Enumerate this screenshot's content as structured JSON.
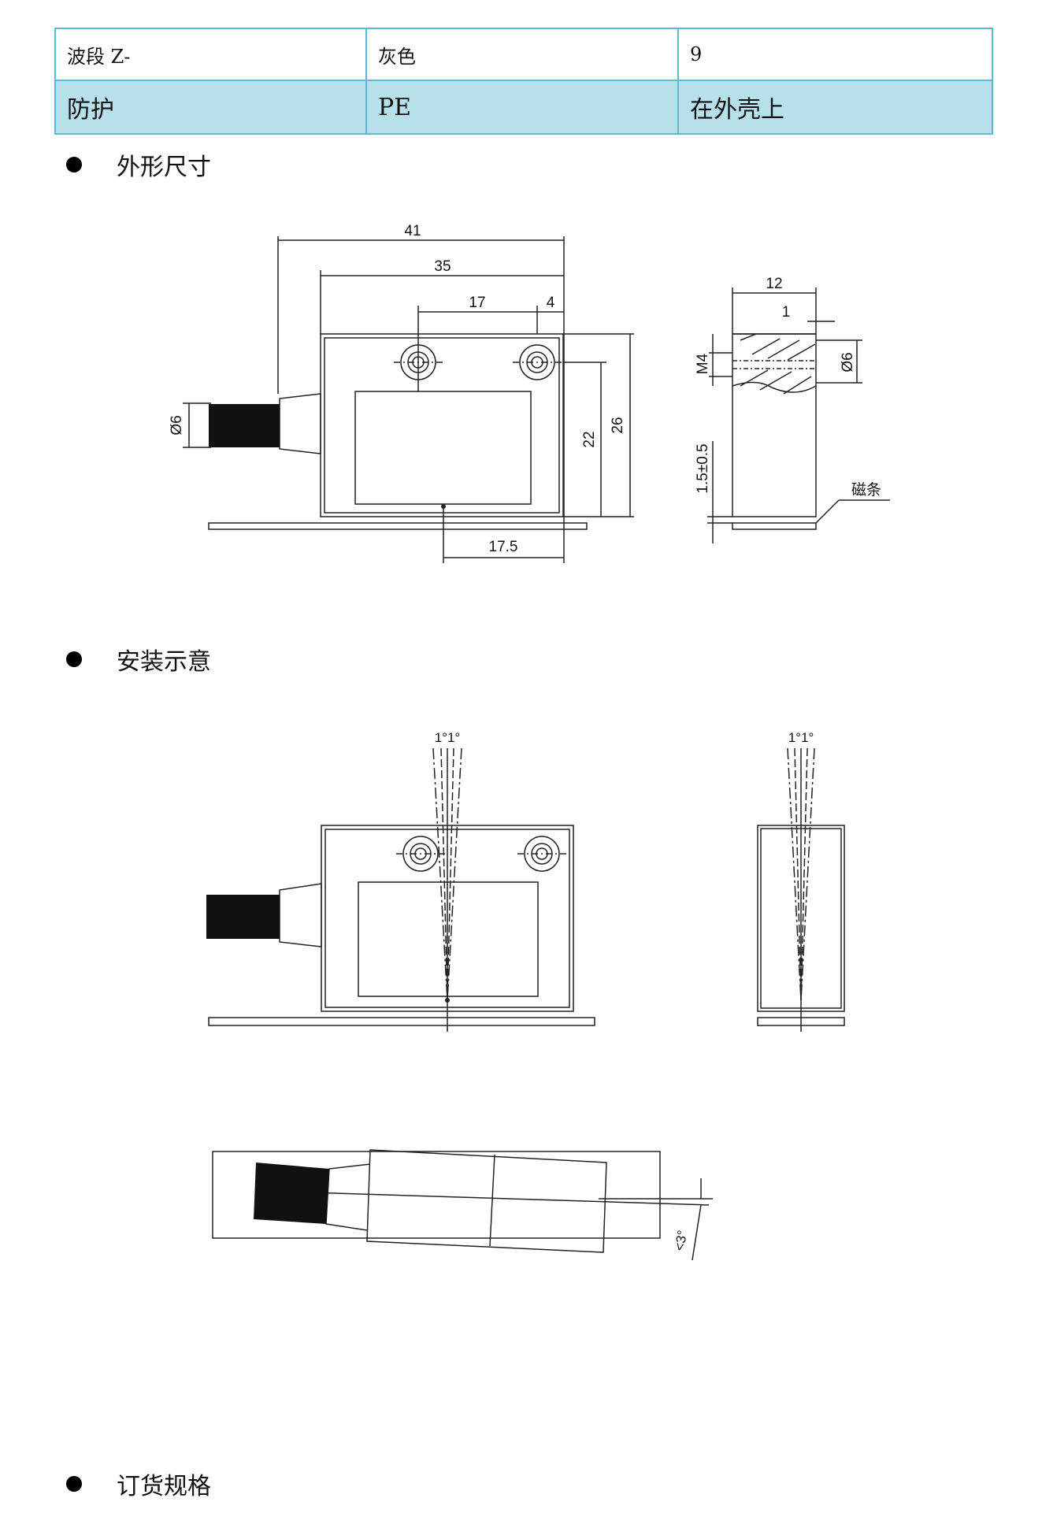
{
  "table": {
    "rows": [
      [
        "波段 Z-",
        "灰色",
        "9"
      ],
      [
        "防护",
        "PE",
        "在外壳上"
      ]
    ]
  },
  "sections": {
    "dimensions_title": "外形尺寸",
    "installation_title": "安装示意",
    "ordering_title": "订货规格"
  },
  "dimension_drawing": {
    "front_labels": {
      "width_overall": "41",
      "width_body": "35",
      "hole_spacing": "17",
      "hole_edge": "4",
      "height_inner": "22",
      "height_overall": "26",
      "center_offset": "17.5",
      "cable_dia": "Ø6"
    },
    "side_labels": {
      "depth": "12",
      "edge": "1",
      "thread": "M4",
      "counterbore": "Ø6",
      "gap": "1.5±0.5",
      "magnetic_strip": "磁条"
    }
  },
  "installation_drawing": {
    "front_angle": "1°1°",
    "side_angle": "1°1°",
    "tilt_limit": "<3°"
  }
}
